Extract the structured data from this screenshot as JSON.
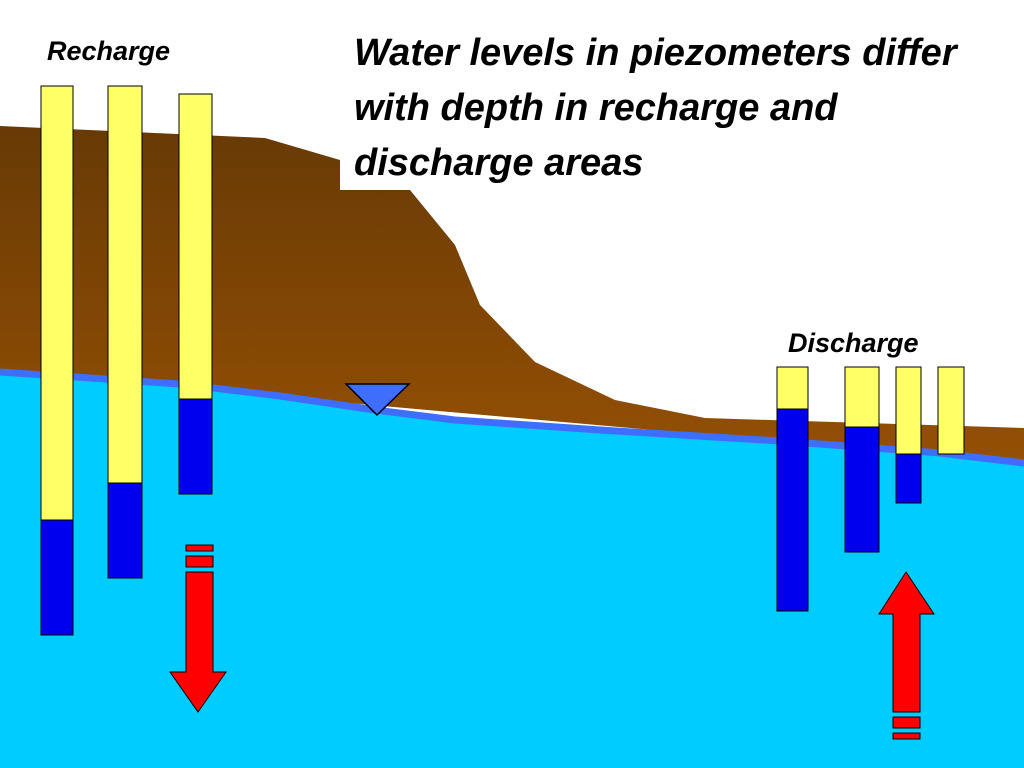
{
  "title": "Water levels in piezometers differ with depth in recharge and discharge areas",
  "labels": {
    "recharge": "Recharge",
    "discharge": "Discharge"
  },
  "colors": {
    "sky": "#ffffff",
    "soil_top": "#673a05",
    "soil_bottom": "#955004",
    "water_table_line": "#3f6dfc",
    "groundwater": "#00ccff",
    "piezometer_dry": "#ffff66",
    "piezometer_water": "#0000ee",
    "flow_arrow": "#ff0000",
    "water_table_marker": "#3f6dfc"
  },
  "icons": {
    "water_table_marker": "inverted-triangle-icon",
    "recharge_flow": "down-arrow-icon",
    "discharge_flow": "up-arrow-icon"
  }
}
